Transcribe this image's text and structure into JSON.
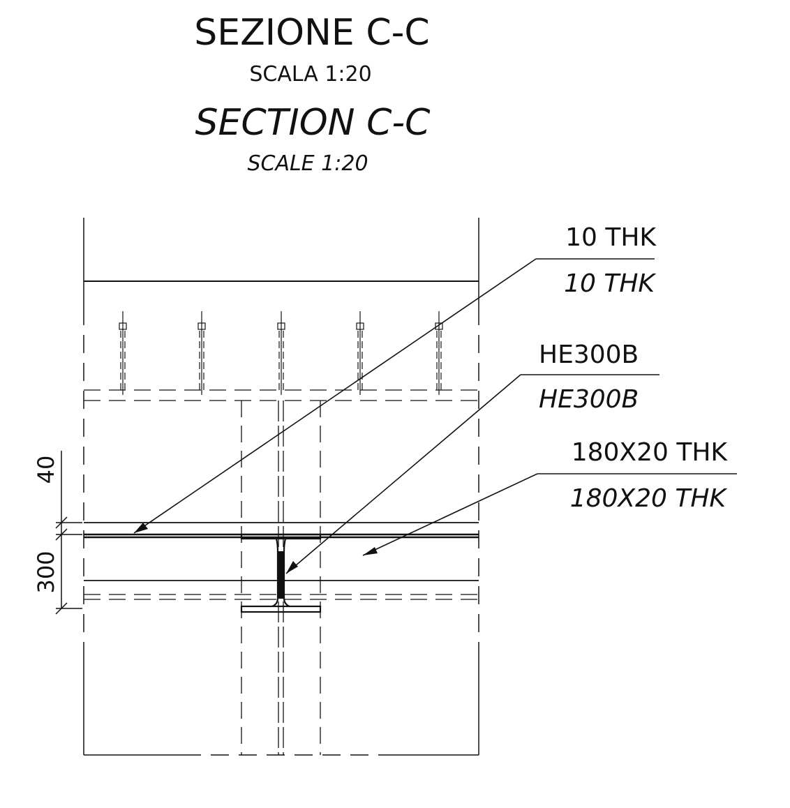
{
  "title_block": {
    "it_title": "SEZIONE C-C",
    "it_scale": "SCALA 1:20",
    "en_title": "SECTION C-C",
    "en_scale": "SCALE 1:20"
  },
  "callouts": {
    "plate": {
      "it": "10 THK",
      "en": "10 THK"
    },
    "beam": {
      "it": "HE300B",
      "en": "HE300B"
    },
    "flat_bar": {
      "it": "180X20 THK",
      "en": "180X20 THK"
    }
  },
  "dimensions": {
    "upper": "40",
    "lower": "300"
  }
}
